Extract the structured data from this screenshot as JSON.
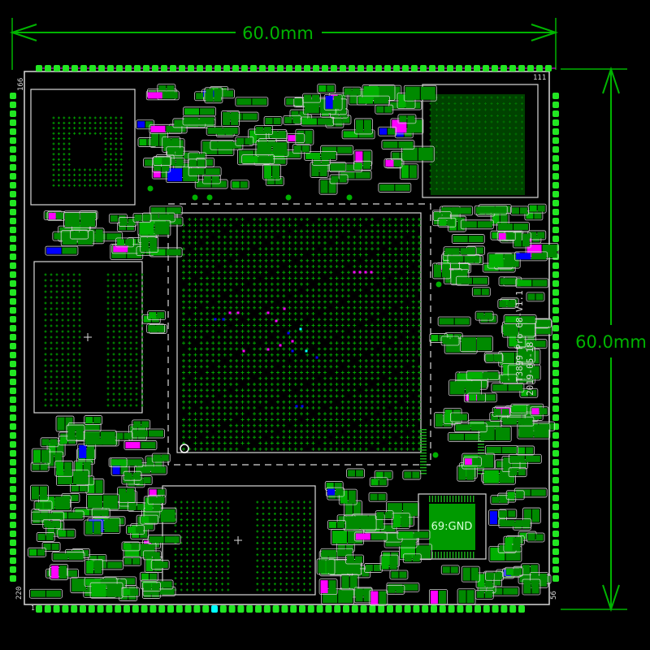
{
  "view": "pcb-layout",
  "dimensions": {
    "width_label": "60.0mm",
    "height_label": "60.0mm"
  },
  "pin_labels": {
    "top_left": "166",
    "top_right": "111",
    "bottom_left": "220",
    "bottom_right": "56",
    "pin_one": "1"
  },
  "silkscreen": {
    "board_name": "T3899 Pro C8-V1.1",
    "date": "2019-05-18"
  },
  "qfp_label": "69:GND",
  "colors": {
    "background": "#000000",
    "pad": "#008a00",
    "pad_bright": "#22e622",
    "outline": "#d8d8d8",
    "dimension": "#00b400",
    "highlight_magenta": "#ff00ff",
    "highlight_blue": "#0000ff",
    "highlight_cyan": "#00ffff"
  }
}
